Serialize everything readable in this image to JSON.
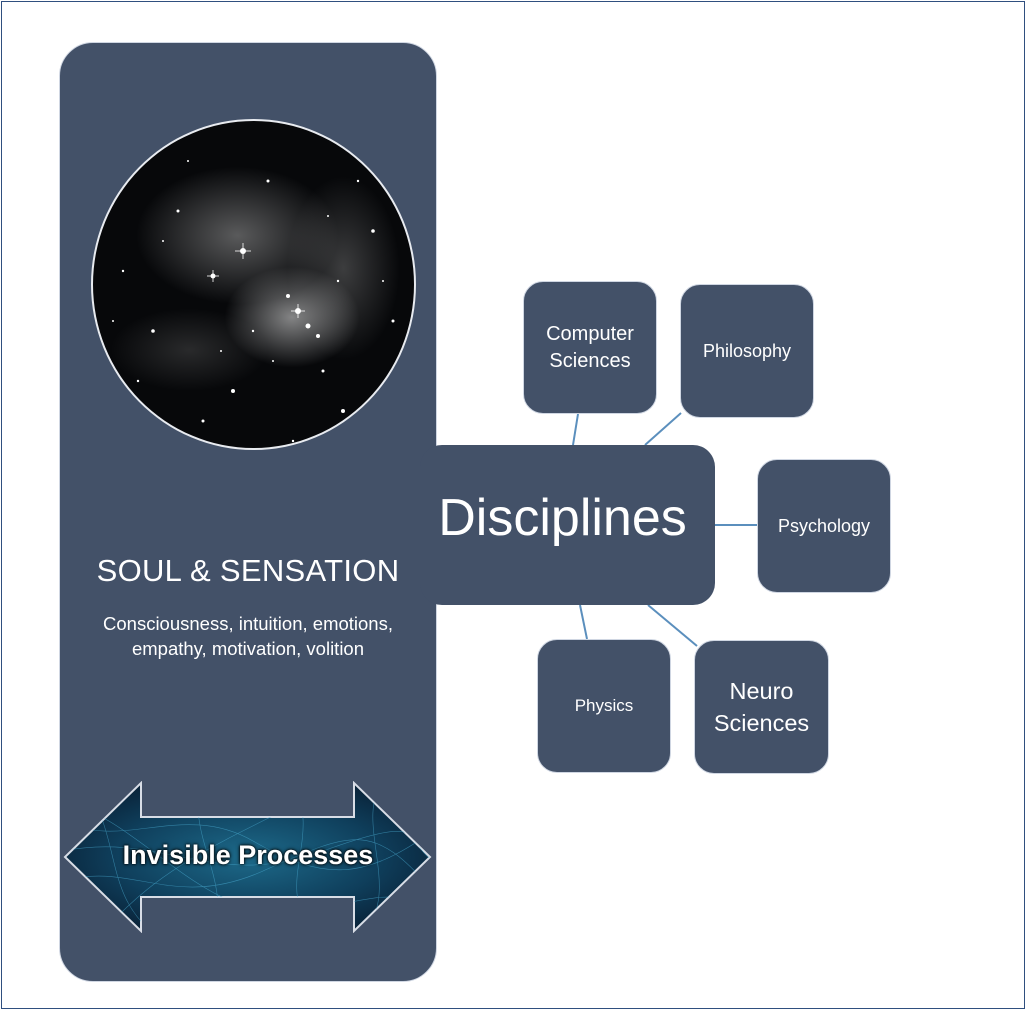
{
  "left_panel": {
    "title": "SOUL & SENSATION",
    "subtitle_line1": "Consciousness, intuition, emotions,",
    "subtitle_line2": "empathy, motivation, volition",
    "arrow_label": "Invisible Processes"
  },
  "hub": {
    "label": "Disciplines"
  },
  "disciplines": [
    {
      "line1": "Computer",
      "line2": "Sciences"
    },
    {
      "line1": "Philosophy"
    },
    {
      "line1": "Psychology"
    },
    {
      "line1": "Physics"
    },
    {
      "line1": "Neuro",
      "line2": "Sciences"
    }
  ],
  "colors": {
    "box_fill": "#435168",
    "frame_border": "#2f4f7f",
    "connector": "#5b8fbd",
    "text": "#ffffff"
  }
}
